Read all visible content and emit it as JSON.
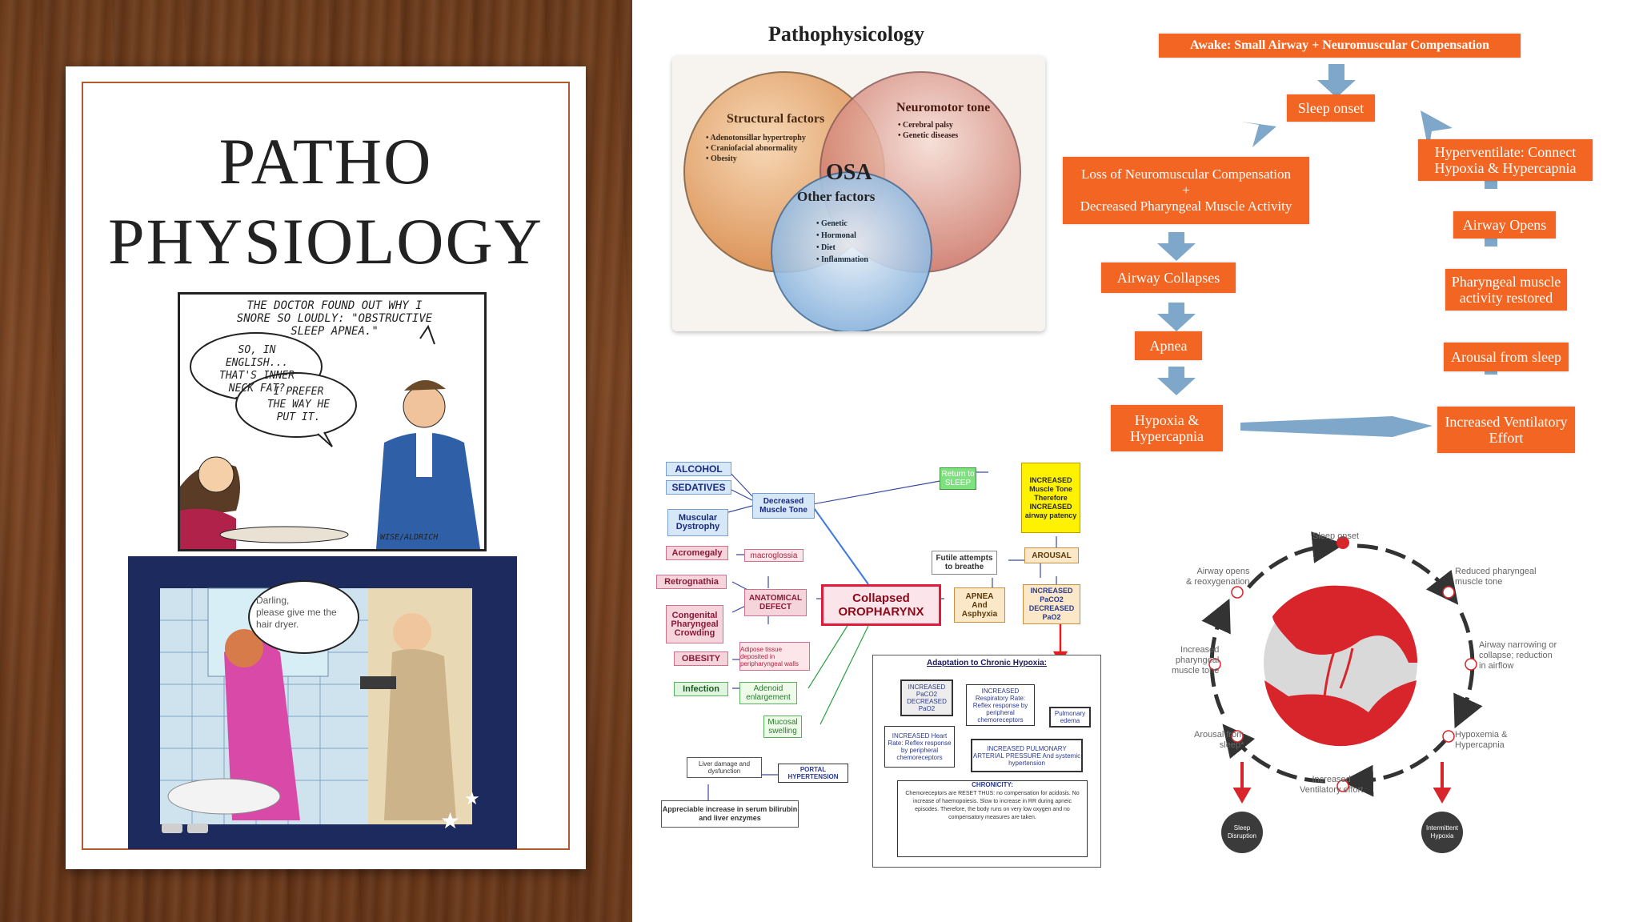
{
  "title_slide": {
    "title_line1": "PATHO",
    "title_line2": "PHYSIOLOGY"
  },
  "comic1": {
    "caption_line1": "THE DOCTOR FOUND OUT WHY I",
    "caption_line2": "SNORE SO LOUDLY: \"OBSTRUCTIVE",
    "caption_line3": "SLEEP APNEA.\"",
    "bubble_left_line1": "SO, IN ENGLISH...",
    "bubble_left_line2": "THAT'S INNER",
    "bubble_left_line3": "NECK FAT?",
    "bubble_right_line1": "I PREFER",
    "bubble_right_line2": "THE WAY HE",
    "bubble_right_line3": "PUT IT.",
    "signature": "WISE/ALDRICH"
  },
  "comic2": {
    "bubble_line1": "Darling,",
    "bubble_line2": "please give me the",
    "bubble_line3": "hair dryer."
  },
  "venn": {
    "heading": "Pathophysicology",
    "structural": {
      "title": "Structural factors",
      "items": [
        "Adenotonsillar hypertrophy",
        "Craniofacial abnormality",
        "Obesity"
      ]
    },
    "neuromotor": {
      "title": "Neuromotor tone",
      "items": [
        "Cerebral palsy",
        "Genetic diseases"
      ]
    },
    "center": "OSA",
    "other": {
      "title": "Other factors",
      "items": [
        "Genetic",
        "Hormonal",
        "Diet",
        "Inflammation"
      ]
    },
    "colors": {
      "structural": "#d98a4a",
      "neuromotor": "#c96a5a",
      "other": "#6fa3d6"
    }
  },
  "cycle": {
    "accent": "#f26522",
    "arrow_color": "#7fa7c9",
    "awake": "Awake: Small Airway + Neuromuscular Compensation",
    "sleep_onset": "Sleep onset",
    "loss_line1": "Loss of Neuromuscular Compensation",
    "loss_plus": "+",
    "loss_line2": "Decreased Pharyngeal Muscle Activity",
    "airway_collapses": "Airway Collapses",
    "apnea": "Apnea",
    "hypoxia_line1": "Hypoxia &",
    "hypoxia_line2": "Hypercapnia",
    "increased_effort_line1": "Increased Ventilatory",
    "increased_effort_line2": "Effort",
    "arousal": "Arousal from sleep",
    "pharyngeal_line1": "Pharyngeal muscle",
    "pharyngeal_line2": "activity restored",
    "airway_opens": "Airway Opens",
    "hyperventilate_line1": "Hyperventilate: Connect",
    "hyperventilate_line2": "Hypoxia & Hypercapnia"
  },
  "flow": {
    "alcohol": "ALCOHOL",
    "sedatives": "SEDATIVES",
    "muscular_line1": "Muscular",
    "muscular_line2": "Dystrophy",
    "acromegaly": "Acromegaly",
    "retrognathia": "Retrognathia",
    "congenital_line1": "Congenital",
    "congenital_line2": "Pharyngeal",
    "congenital_line3": "Crowding",
    "obesity": "OBESITY",
    "infection": "Infection",
    "decreased_tone_line1": "Decreased",
    "decreased_tone_line2": "Muscle Tone",
    "macroglossia": "macroglossia",
    "anatomical_line1": "ANATOMICAL",
    "anatomical_line2": "DEFECT",
    "adipose": "Adipose tissue deposited in peripharyngeal walls",
    "adenoid_line1": "Adenoid",
    "adenoid_line2": "enlargement",
    "mucosal_line1": "Mucosal",
    "mucosal_line2": "swelling",
    "collapsed_line1": "Collapsed",
    "collapsed_line2": "OROPHARYNX",
    "apnea_line1": "APNEA",
    "apnea_line2": "And",
    "apnea_line3": "Asphyxia",
    "futile_line1": "Futile attempts",
    "futile_line2": "to breathe",
    "return_sleep_line1": "Return to",
    "return_sleep_line2": "SLEEP",
    "increased_tone": "INCREASED Muscle Tone Therefore INCREASED airway patency",
    "arousal": "AROUSAL",
    "paco2": "INCREASED PaCO2 DECREASED PaO2",
    "chronic_title": "Adaptation to Chronic Hypoxia:",
    "ch_paco2": "INCREASED PaCO2 DECREASED PaO2",
    "ch_resp": "INCREASED Respiratory Rate: Reflex response by peripheral chemoreceptors",
    "ch_pulm_edema": "Pulmonary edema",
    "ch_heart": "INCREASED Heart Rate: Reflex response by peripheral chemoreceptors",
    "ch_pap": "INCREASED PULMONARY ARTERIAL PRESSURE And systemic hypertension",
    "ch_chronic_title": "CHRONICITY:",
    "ch_chronic_body": "Chemoreceptors are RESET THUS: no compensation for acidosis. No increase of haemopoiesis. Slow to increase in RR during apneic episodes. Therefore, the body runs on very low oxygen and no compensatory measures are taken.",
    "portal": "PORTAL HYPERTENSION",
    "liver": "Liver damage and dysfunction",
    "bilirubin": "Appreciable increase in serum bilirubin and liver enzymes"
  },
  "circle": {
    "accent": "#d7252b",
    "sleep_onset": "Sleep onset",
    "reduced_tone_line1": "Reduced pharyngeal",
    "reduced_tone_line2": "muscle tone",
    "narrowing_line1": "Airway narrowing or",
    "narrowing_line2": "collapse; reduction",
    "narrowing_line3": "in airflow",
    "hypoxemia_line1": "Hypoxemia &",
    "hypoxemia_line2": "Hypercapnia",
    "effort_line1": "Increased",
    "effort_line2": "Ventilatory effort",
    "arousal_line1": "Arousal from",
    "arousal_line2": "sleep*",
    "increased_tone_line1": "Increased",
    "increased_tone_line2": "pharyngeal",
    "increased_tone_line3": "muscle tone",
    "opens_line1": "Airway opens",
    "opens_line2": "& reoxygenation",
    "sleep_disruption_line1": "Sleep",
    "sleep_disruption_line2": "Disruption",
    "intermittent_line1": "Intermittent",
    "intermittent_line2": "Hypoxia"
  }
}
